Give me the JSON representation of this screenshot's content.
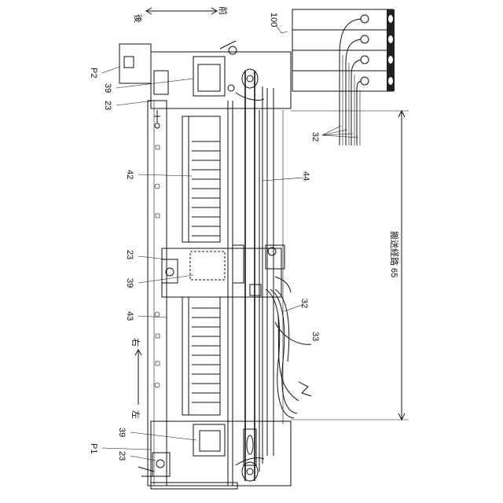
{
  "labels": {
    "direction_back": "後",
    "direction_front": "前",
    "direction_left": "左",
    "direction_right": "右",
    "ref_100": "100",
    "ref_p2": "P2",
    "ref_p1": "P1",
    "ref_39_top": "39",
    "ref_39_mid": "39",
    "ref_39_bottom": "39",
    "ref_23_top": "23",
    "ref_23_mid": "23",
    "ref_23_bottom": "23",
    "ref_42": "42",
    "ref_43": "43",
    "ref_44": "44",
    "ref_32_top": "32",
    "ref_32_right": "32",
    "ref_33": "33",
    "transport_path": "搬送経路 65"
  }
}
